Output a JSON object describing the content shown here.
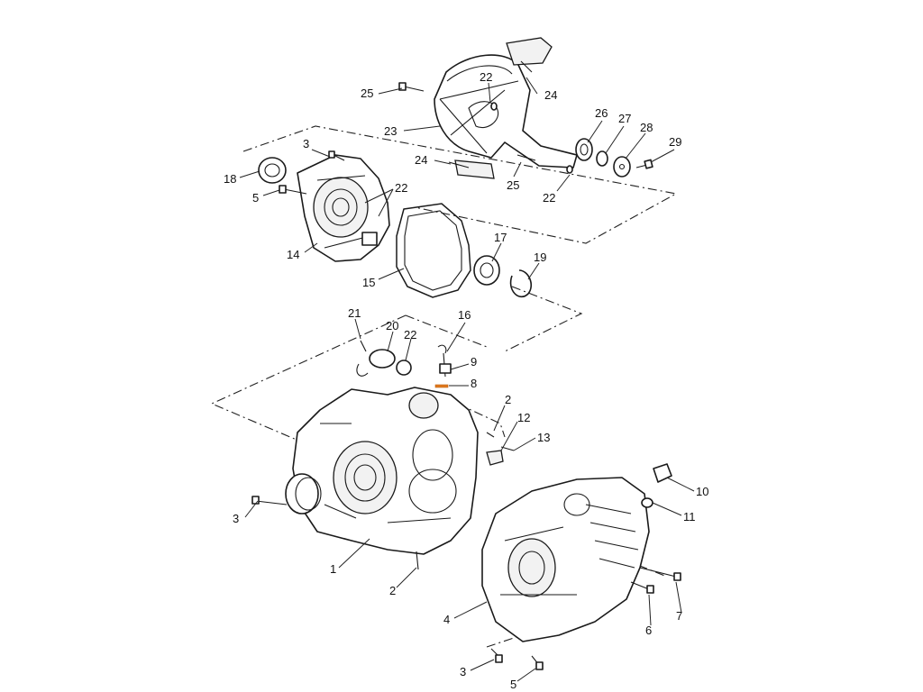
{
  "diagram": {
    "accent_color": "#e07a1f",
    "callouts": [
      {
        "id": "c25a",
        "label": "25"
      },
      {
        "id": "c22a",
        "label": "22"
      },
      {
        "id": "c24a",
        "label": "24"
      },
      {
        "id": "c23",
        "label": "23"
      },
      {
        "id": "c26",
        "label": "26"
      },
      {
        "id": "c27",
        "label": "27"
      },
      {
        "id": "c28",
        "label": "28"
      },
      {
        "id": "c29",
        "label": "29"
      },
      {
        "id": "c24b",
        "label": "24"
      },
      {
        "id": "c25b",
        "label": "25"
      },
      {
        "id": "c22b",
        "label": "22"
      },
      {
        "id": "c3a",
        "label": "3"
      },
      {
        "id": "c18",
        "label": "18"
      },
      {
        "id": "c5a",
        "label": "5"
      },
      {
        "id": "c22c",
        "label": "22"
      },
      {
        "id": "c14",
        "label": "14"
      },
      {
        "id": "c15",
        "label": "15"
      },
      {
        "id": "c17",
        "label": "17"
      },
      {
        "id": "c19",
        "label": "19"
      },
      {
        "id": "c21",
        "label": "21"
      },
      {
        "id": "c20",
        "label": "20"
      },
      {
        "id": "c22d",
        "label": "22"
      },
      {
        "id": "c16",
        "label": "16"
      },
      {
        "id": "c9",
        "label": "9"
      },
      {
        "id": "c8",
        "label": "8"
      },
      {
        "id": "c2a",
        "label": "2"
      },
      {
        "id": "c12",
        "label": "12"
      },
      {
        "id": "c13",
        "label": "13"
      },
      {
        "id": "c10",
        "label": "10"
      },
      {
        "id": "c11",
        "label": "11"
      },
      {
        "id": "c3b",
        "label": "3"
      },
      {
        "id": "c1",
        "label": "1"
      },
      {
        "id": "c2b",
        "label": "2"
      },
      {
        "id": "c7",
        "label": "7"
      },
      {
        "id": "c6",
        "label": "6"
      },
      {
        "id": "c4",
        "label": "4"
      },
      {
        "id": "c3c",
        "label": "3"
      },
      {
        "id": "c5b",
        "label": "5"
      }
    ]
  }
}
